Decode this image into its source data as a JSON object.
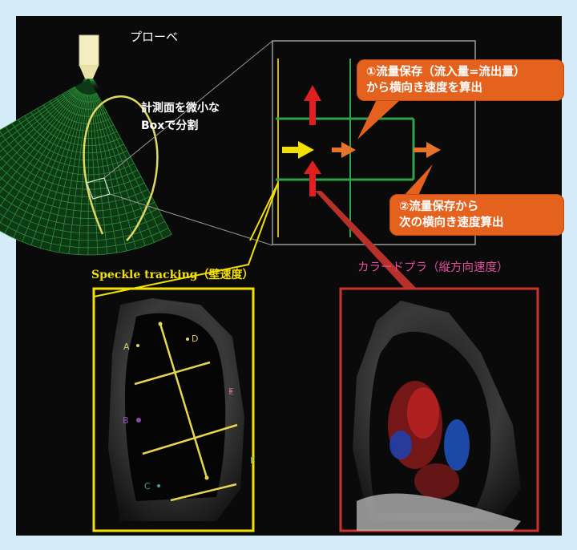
{
  "probe_label": "プローベ",
  "box_label": [
    "計測面を微小な",
    "Boxで分割"
  ],
  "callout1": [
    "①流量保存（流入量=流出量）",
    "から横向き速度を算出"
  ],
  "callout2": [
    "②流量保存から",
    "次の横向き速度算出"
  ],
  "speckle_label": "Speckle tracking（壁速度）",
  "doppler_label": "カラードプラ（縦方向速度）",
  "echo_markers": {
    "a": "A",
    "b": "B",
    "c": "C",
    "d": "D",
    "e": "E",
    "f": "F"
  },
  "colors": {
    "background": "#d4ecf7",
    "panel": "#0a0a0a",
    "callout": "#e5621e",
    "speckle": "#f2e000",
    "doppler": "#c8342c",
    "grid": "#1f7a2a"
  }
}
